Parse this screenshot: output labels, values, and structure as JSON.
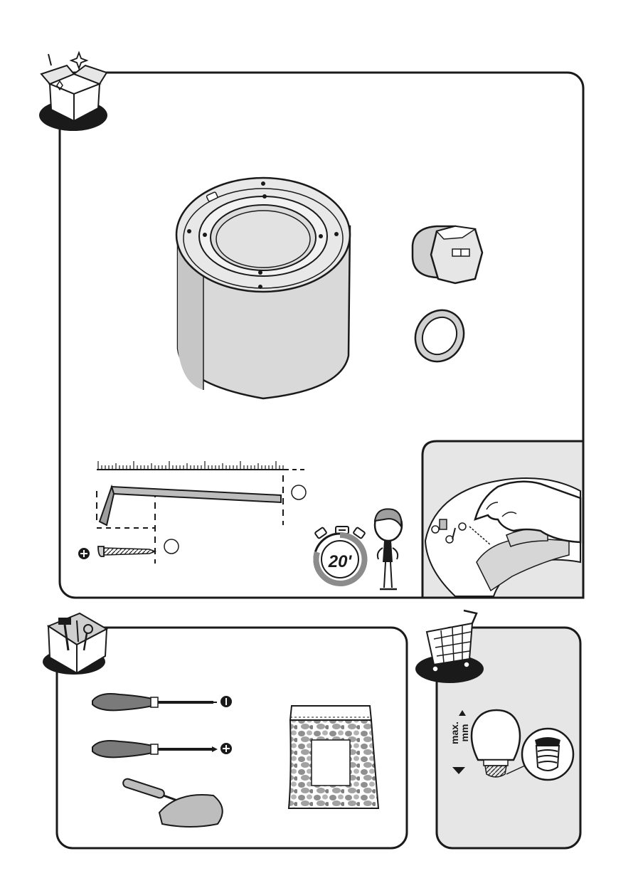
{
  "box_contents": {
    "timer": {
      "minutes_label": "20'"
    }
  },
  "shopping": {
    "bulb_size": {
      "max_label": "max.",
      "unit_label": "mm"
    }
  },
  "colors": {
    "ink": "#1a1a1a",
    "panel_fill": "#ffffff",
    "side_panel_fill": "#e6e6e6",
    "cylinder_fill": "#d9d9d9",
    "cylinder_side": "#bdbdbd",
    "bag_stones": "#9a9a9a"
  },
  "icons": [
    "unboxing-icon",
    "toolbox-icon",
    "shopping-cart-icon",
    "flathead-screw-symbol",
    "phillips-screw-symbol",
    "stopwatch-icon",
    "person-icon",
    "hand-icon"
  ]
}
